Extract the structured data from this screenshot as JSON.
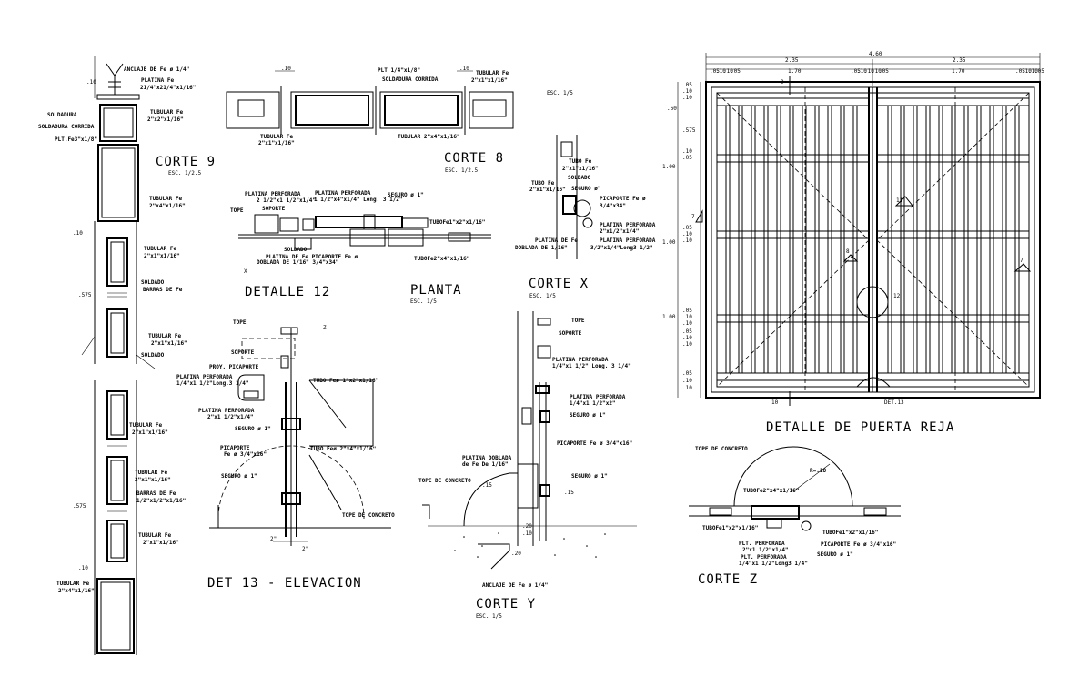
{
  "corte9": {
    "title": "CORTE 9",
    "scale": "ESC. 1/2.5",
    "labels": [
      "ANCLAJE DE Fe ø 1/4\"",
      "PLATINA Fe",
      "21/4\"x21/4\"x1/16\"",
      "SOLDADURA",
      "SOLDADURA CORRIDA",
      "PLT.Fe3\"x1/8\"",
      "TUBULAR Fe",
      "2\"x2\"x1/16\"",
      "TUBULAR Fe",
      "2\"x4\"x1/16\""
    ]
  },
  "left_column": {
    "labels": [
      "TUBULAR Fe",
      "2\"x1\"x1/16\"",
      "SOLDADO",
      "BARRAS DE Fe",
      "TUBULAR Fe",
      "2\"x1\"x1/16\"",
      "SOLDADO",
      "TUBULAR Fe",
      "2\"x1\"x1/16\"",
      "TUBULAR Fe",
      "2\"x1\"x1/16\"",
      "BARRAS DE Fe",
      "1/2\"x1/2\"x1/16\"",
      "TUBULAR Fe",
      "2\"x1\"x1/16\"",
      "TUBULAR Fe",
      "2\"x4\"x1/16\""
    ],
    "dims": [
      ".10",
      ".10",
      ".575",
      ".575",
      ".10"
    ]
  },
  "corte8": {
    "title": "CORTE 8",
    "scale": "ESC. 1/2.5",
    "labels": [
      "PLT 1/4\"x1/8\"",
      "SOLDADURA CORRIDA",
      "TUBULAR Fe",
      "2\"x1\"x1/16\"",
      "TUBULAR Fe",
      "2\"x1\"x1/16\"",
      "TUBULAR 2\"x4\"x1/16\""
    ],
    "dims": [
      ".10",
      ".10"
    ]
  },
  "detalle12": {
    "title": "DETALLE 12",
    "marker": "X",
    "labels": [
      "PLATINA PERFORADA",
      "2 1/2\"x1 1/2\"x1/4\"",
      "PLATINA PERFORADA",
      "1 1/2\"x4\"x1/4\" Long. 3 1/2\"",
      "SEGURO ø 1\"",
      "TOPE",
      "SOPORTE",
      "TUBOFe1\"x2\"x1/16\"",
      "SOLDADO",
      "PLATINA DE Fe PICAPORTE Fe ø",
      "DOBLADA DE 1/16\" 3/4\"x34\"",
      "TUBOFe2\"x4\"x1/16\""
    ]
  },
  "planta": {
    "title": "PLANTA",
    "scale": "ESC. 1/5"
  },
  "esc_top": {
    "text": "ESC. 1/5"
  },
  "cortex": {
    "title": "CORTE X",
    "scale": "ESC. 1/5",
    "labels": [
      "TUBO Fe",
      "2\"x1\"x1/16\"",
      "TUBO Fe",
      "2\"x1\"x1/16\"",
      "SOLDADO",
      "SEGURO ø\"",
      "PICAPORTE Fe ø",
      "3/4\"x34\"",
      "PLATINA PERFORADA",
      "2\"x1/2\"x1/4\"",
      "PLATINA DE Fe",
      "DOBLADA DE 1/16\"",
      "PLATINA PERFORADA",
      "3/2\"x1/4\"Long3 1/2\""
    ]
  },
  "det13": {
    "title": "DET 13 - ELEVACION",
    "marker": "Z",
    "labels": [
      "TOPE",
      "SOPORTE",
      "PROY. PICAPORTE",
      "PLATINA PERFORADA",
      "1/4\"x1 1/2\"Long.3 1/4\"",
      "PLATINA PERFORADA",
      "2\"x1 1/2\"x1/4\"",
      "SEGURO ø 1\"",
      "PICAPORTE",
      "Fe ø 3/4\"x16\"",
      "SEGURO ø 1\"",
      "TUBO Feø 1\"x2\"x1/16\"",
      "TUBO Feø 2\"x4\"x1/16\"",
      "TOPE DE CONCRETO"
    ],
    "dims": [
      "2\"",
      "2\""
    ]
  },
  "cortey": {
    "title": "CORTE Y",
    "scale": "ESC. 1/5",
    "labels": [
      "TOPE",
      "SOPORTE",
      "PLATINA PERFORADA",
      "1/4\"x1 1/2\" Long. 3 1/4\"",
      "PLATINA PERFORADA",
      "1/4\"x1 1/2\"x2\"",
      "SEGURO ø 1\"",
      "PICAPORTE Fe ø 3/4\"x16\"",
      "PLATINA DOBLADA",
      "de Fe De 1/16\"",
      "SEGURO ø 1\"",
      "TOPE DE CONCRETO",
      "ANCLAJE DE Fe ø 1/4\""
    ],
    "dims": [
      ".15",
      ".15",
      ".20",
      ".10",
      ".20"
    ]
  },
  "puerta": {
    "title": "DETALLE DE PUERTA REJA",
    "top_total": "4.60",
    "top_half": [
      "2.35",
      "2.35"
    ],
    "top_segments": [
      ".05",
      ".10",
      ".10",
      ".05",
      "1.70",
      ".05",
      ".10",
      ".10",
      ".10",
      ".05",
      "1.70",
      ".05",
      ".10",
      ".10",
      ".05"
    ],
    "left_dims": [
      ".05",
      ".10",
      ".10",
      ".60",
      ".575",
      ".10",
      ".05",
      "1.00",
      ".05",
      ".10",
      ".10",
      "1.00",
      ".05",
      ".10",
      ".10",
      "1.00",
      ".05",
      ".10",
      ".10",
      ".05",
      ".10",
      ".10"
    ],
    "markers": [
      "9",
      "11",
      "7",
      "8",
      "7",
      "12",
      "10",
      "DET.13"
    ]
  },
  "cortez": {
    "title": "CORTE Z",
    "radius": "R=.18",
    "labels": [
      "TOPE DE CONCRETO",
      "TUBOFe2\"x4\"x1/16\"",
      "TUBOFe1\"x2\"x1/16\"",
      "TUBOFe1\"x2\"x1/16\"",
      "PLT. PERFORADA",
      "2\"x1 1/2\"x1/4\"",
      "PICAPORTE Fe ø 3/4\"x16\"",
      "PLT. PERFORADA",
      "1/4\"x1 1/2\"Long3 1/4\"",
      "SEGURO ø 1\""
    ]
  }
}
